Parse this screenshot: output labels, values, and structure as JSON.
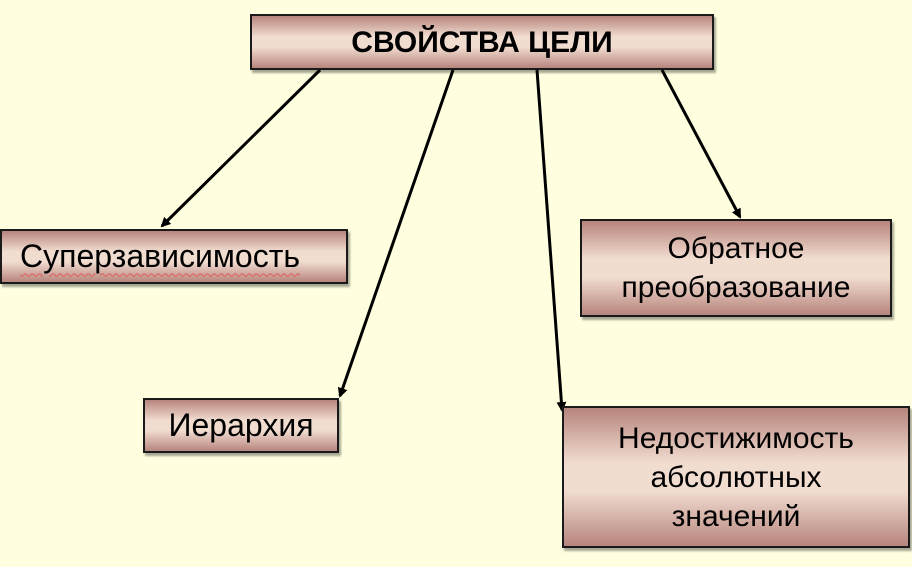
{
  "diagram": {
    "title": "СВОЙСТВА ЦЕЛИ",
    "nodes": {
      "superdependence": "Суперзависимость",
      "hierarchy": "Иерархия",
      "feedback": [
        "Обратное",
        "преобразование"
      ],
      "unattainable": [
        "Недостижимость",
        "абсолютных",
        "значений"
      ]
    },
    "edges": [
      {
        "from": "title",
        "to": "superdependence"
      },
      {
        "from": "title",
        "to": "hierarchy"
      },
      {
        "from": "title",
        "to": "unattainable"
      },
      {
        "from": "title",
        "to": "feedback"
      }
    ],
    "colors": {
      "background": "#FFFFE0",
      "box_edge": "#B7857D",
      "box_center": "#F1DCD0",
      "border": "#1a1a1a",
      "arrow": "#000000"
    }
  }
}
